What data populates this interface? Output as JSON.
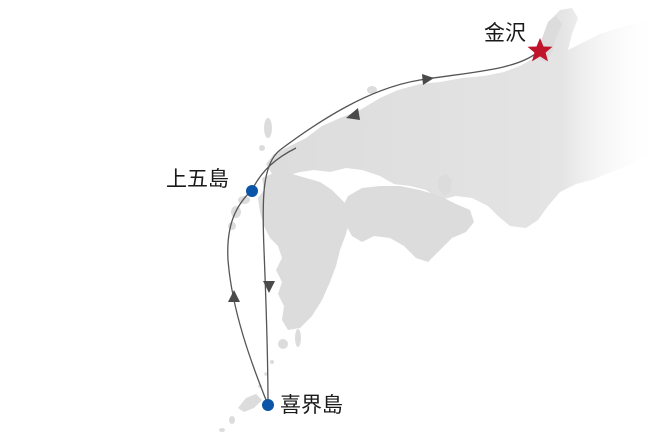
{
  "map": {
    "places": {
      "origin": {
        "label": "金沢",
        "marker": "star",
        "color": "#c0142a"
      },
      "stop_north": {
        "label": "上五島",
        "marker": "dot",
        "color": "#0a55a8"
      },
      "stop_south": {
        "label": "喜界島",
        "marker": "dot",
        "color": "#0a55a8"
      }
    },
    "colors": {
      "land": "#dcdcdc",
      "land_edge": "#c8c8c8",
      "route": "#555555",
      "arrow": "#4a4a4a"
    }
  }
}
